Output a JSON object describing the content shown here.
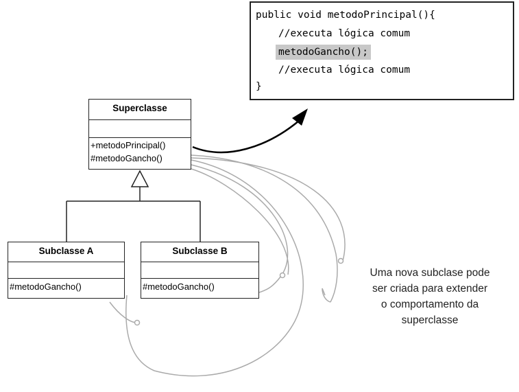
{
  "code_box": {
    "lines": [
      "public void metodoPrincipal(){",
      "//executa lógica comum",
      "metodoGancho();",
      "//executa lógica comum",
      "}"
    ]
  },
  "superclass": {
    "name": "Superclasse",
    "operations": [
      "+metodoPrincipal()",
      "#metodoGancho()"
    ]
  },
  "subclass_a": {
    "name": "Subclasse A",
    "operations": [
      "#metodoGancho()"
    ]
  },
  "subclass_b": {
    "name": "Subclasse B",
    "operations": [
      "#metodoGancho()"
    ]
  },
  "note": {
    "lines": [
      "Uma nova subclase pode",
      "ser criada para extender",
      "o comportamento da",
      "superclasse"
    ]
  },
  "icons": [
    "hook-icon",
    "arrow-icon",
    "inheritance-triangle-icon"
  ],
  "colors": {
    "stroke": "#222222",
    "highlight": "#c8c8c8",
    "hook_line": "#aaaaaa"
  }
}
